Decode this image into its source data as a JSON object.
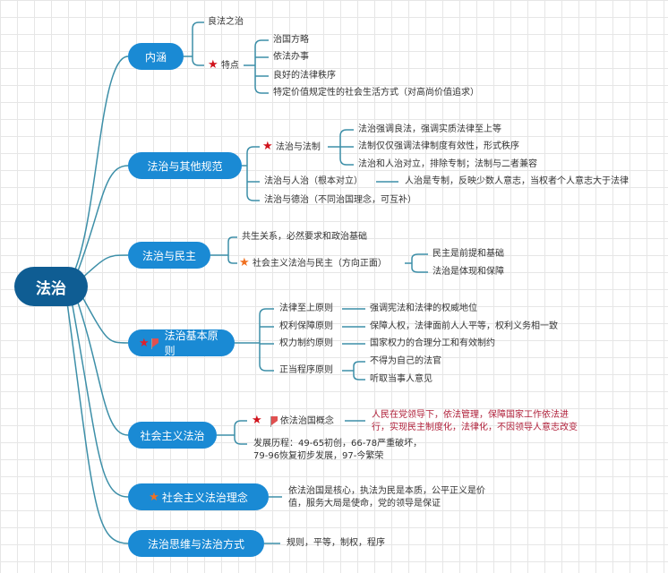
{
  "root": {
    "label": "法治"
  },
  "branches": [
    {
      "label": "内涵",
      "children": [
        {
          "label": "良法之治"
        },
        {
          "label": "特点",
          "items": [
            "治国方略",
            "依法办事",
            "良好的法律秩序",
            "特定价值规定性的社会生活方式（对高尚价值追求）"
          ]
        }
      ]
    },
    {
      "label": "法治与其他规范",
      "children": [
        {
          "label": "法治与法制",
          "items": [
            "法治强调良法，强调实质法律至上等",
            "法制仅仅强调法律制度有效性，形式秩序",
            "法治和人治对立，排除专制；法制与二者兼容"
          ]
        },
        {
          "label": "法治与人治（根本对立）",
          "detail": "人治是专制，反映少数人意志，当权者个人意志大于法律"
        },
        {
          "label": "法治与德治（不同治国理念，可互补）"
        }
      ]
    },
    {
      "label": "法治与民主",
      "children": [
        {
          "label": "共生关系，必然要求和政治基础"
        },
        {
          "label": "社会主义法治与民主（方向正面）",
          "items": [
            "民主是前提和基础",
            "法治是体现和保障"
          ]
        }
      ]
    },
    {
      "label": "法治基本原则",
      "children": [
        {
          "label": "法律至上原则",
          "detail": "强调宪法和法律的权威地位"
        },
        {
          "label": "权利保障原则",
          "detail": "保障人权，法律面前人人平等，权利义务相一致"
        },
        {
          "label": "权力制约原则",
          "detail": "国家权力的合理分工和有效制约"
        },
        {
          "label": "正当程序原则",
          "items": [
            "不得为自己的法官",
            "听取当事人意见"
          ]
        }
      ]
    },
    {
      "label": "社会主义法治",
      "children": [
        {
          "label": "依法治国概念",
          "detail_lines": [
            "人民在党领导下，依法管理，保障国家工作依法进",
            "行，实现民主制度化，法律化，不因领导人意志改变"
          ]
        },
        {
          "label_lines": [
            "发展历程：49-65初创，66-78严重破坏，",
            "79-96恢复初步发展，97-今繁荣"
          ]
        }
      ]
    },
    {
      "label": "社会主义法治理念",
      "detail_lines": [
        "依法治国是核心，执法为民是本质，公平正义是价",
        "值，服务大局是使命，党的领导是保证"
      ]
    },
    {
      "label": "法治思维与法治方式",
      "detail": "规则，平等，制权，程序"
    }
  ],
  "colors": {
    "root": "#0f5d93",
    "branch": "#1a8ad4",
    "line": "#3d8fa8",
    "star_red": "#d0121b",
    "star_orange": "#f07020",
    "highlight_text": "#b0203a"
  }
}
